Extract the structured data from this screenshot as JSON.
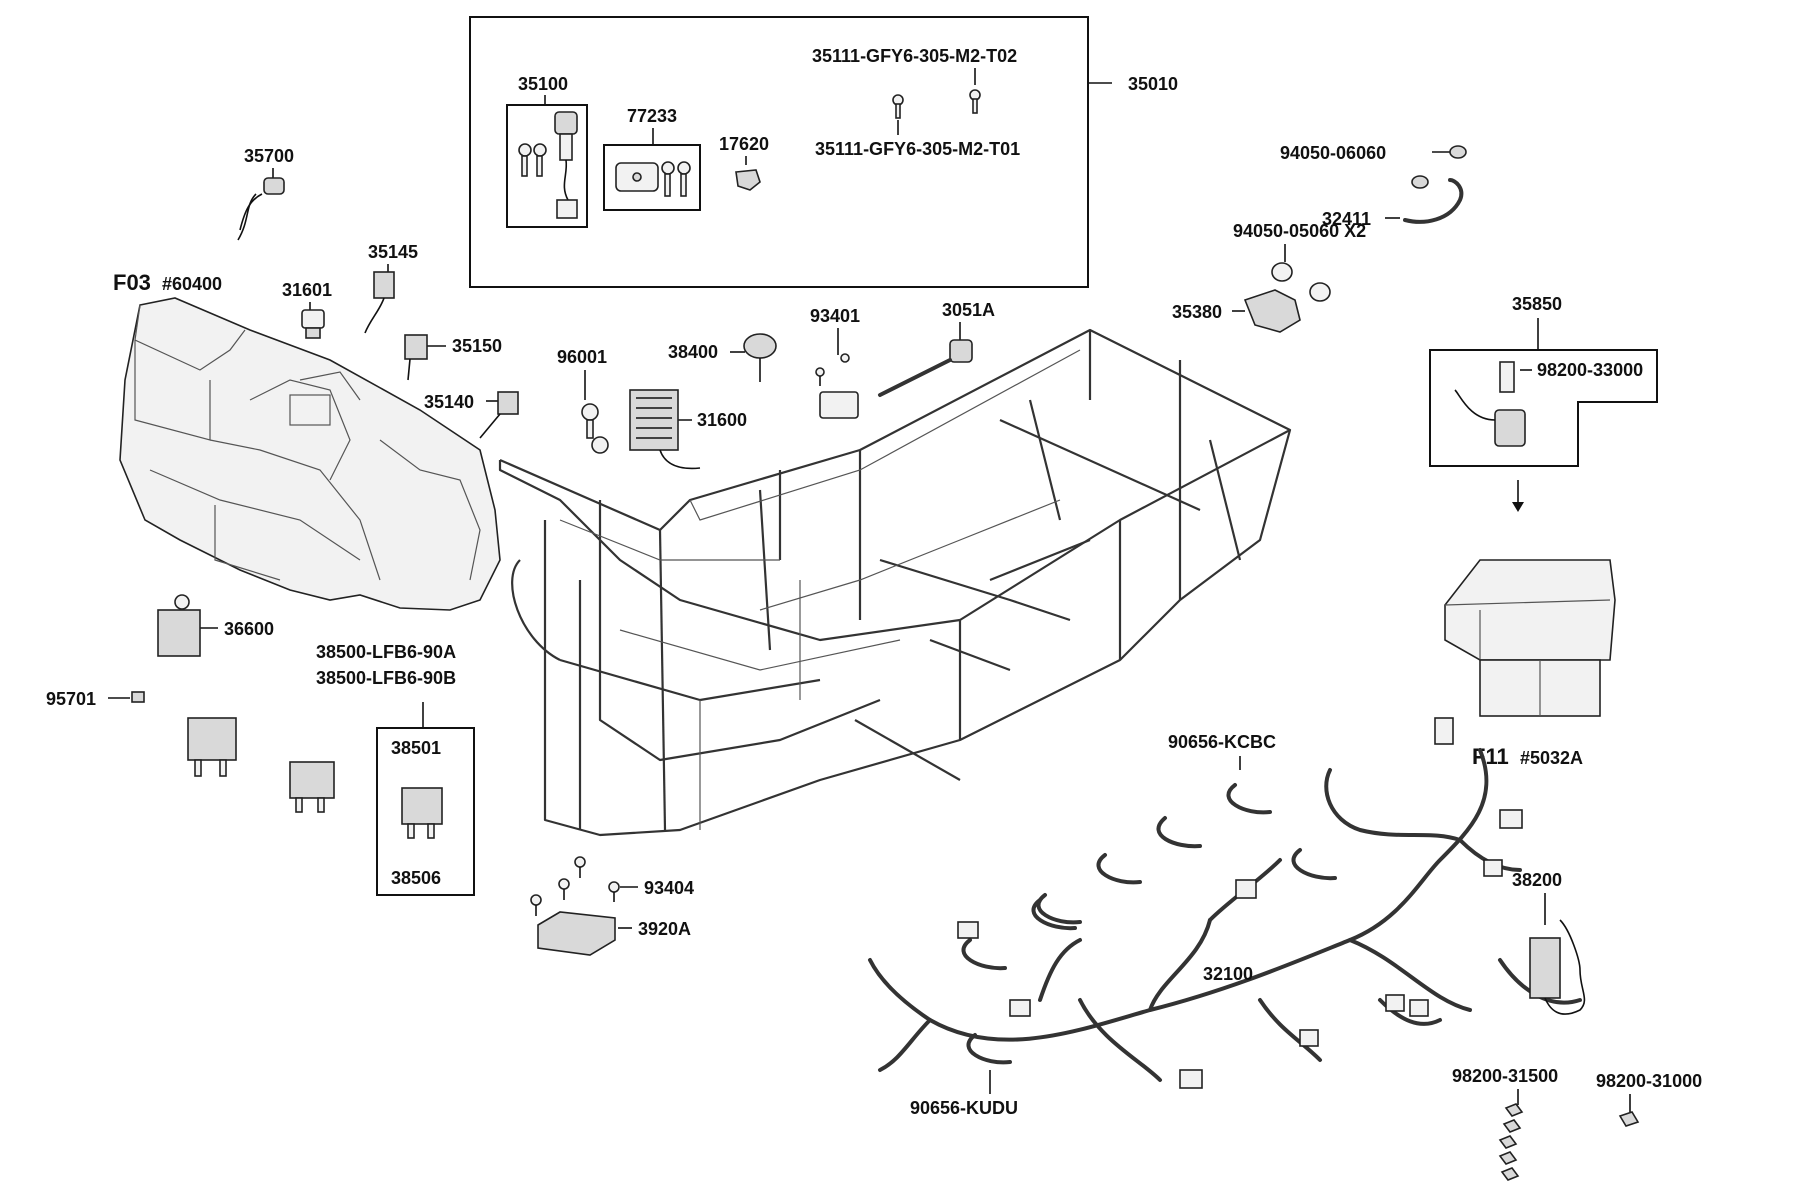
{
  "labels": {
    "l35010": "35010",
    "l35100": "35100",
    "l77233": "77233",
    "l17620": "17620",
    "l35111a": "35111-GFY6-305-M2-T02",
    "l35111b": "35111-GFY6-305-M2-T01",
    "l35700": "35700",
    "l35145": "35145",
    "l31601": "31601",
    "l35150": "35150",
    "l35140": "35140",
    "lF03": "F03",
    "lF03num": "#60400",
    "l96001": "96001",
    "l38400": "38400",
    "l31600": "31600",
    "l93401": "93401",
    "l3051A": "3051A",
    "l9405005060": "94050-05060 X2",
    "l35380": "35380",
    "l9405006060": "94050-06060",
    "l32411": "32411",
    "l35850": "35850",
    "l9820033000": "98200-33000",
    "lF11": "F11",
    "lF11num": "#5032A",
    "l36600": "36600",
    "l95701": "95701",
    "l38500a": "38500-LFB6-90A",
    "l38500b": "38500-LFB6-90B",
    "l38501": "38501",
    "l38506": "38506",
    "l93404": "93404",
    "l3920A": "3920A",
    "l90656kcbc": "90656-KCBC",
    "l38200": "38200",
    "l32100": "32100",
    "l90656kudu": "90656-KUDU",
    "l9820031500": "98200-31500",
    "l9820031000": "98200-31000"
  }
}
